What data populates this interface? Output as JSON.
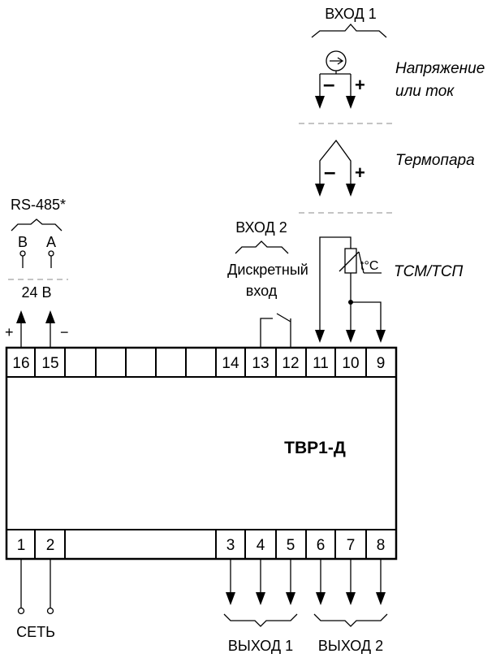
{
  "device": {
    "model": "ТВР1-Д"
  },
  "terminals": {
    "top": [
      "16",
      "15",
      "14",
      "13",
      "12",
      "11",
      "10",
      "9"
    ],
    "bottom": [
      "1",
      "2",
      "3",
      "4",
      "5",
      "6",
      "7",
      "8"
    ]
  },
  "labels": {
    "input1": "ВХОД 1",
    "input2": "ВХОД 2",
    "voltage_current": "Напряжение",
    "voltage_current_2": "или ток",
    "thermocouple": "Термопара",
    "rtd": "ТСМ/ТСП",
    "rtd_symbol": "t°C",
    "discrete": "Дискретный",
    "discrete_2": "вход",
    "rs485": "RS-485*",
    "rs485_b": "B",
    "rs485_a": "A",
    "power_24": "24 В",
    "plus": "+",
    "minus": "−",
    "network": "СЕТЬ",
    "output1": "ВЫХОД 1",
    "output2": "ВЫХОД 2",
    "pol_minus": "–",
    "pol_plus": "+"
  }
}
